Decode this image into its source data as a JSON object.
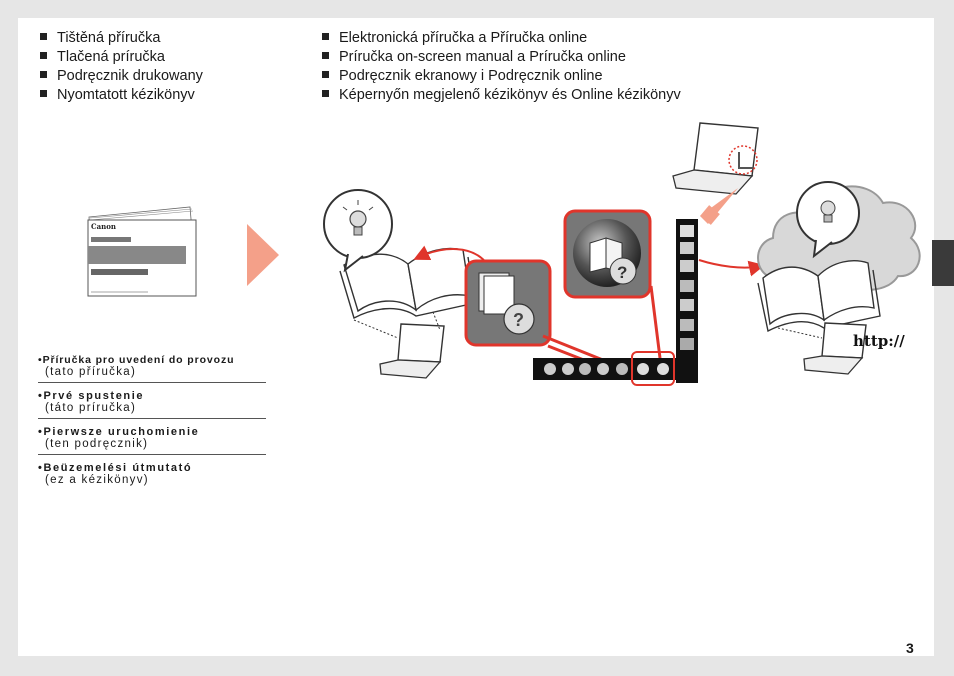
{
  "print_manuals": [
    "Tištěná příručka",
    "Tlačená príručka",
    "Podręcznik drukowany",
    "Nyomtatott kézikönyv"
  ],
  "electronic_manuals": [
    "Elektronická příručka a Příručka online",
    "Príručka on-screen manual a Príručka online",
    "Podręcznik ekranowy i Podręcznik online",
    "Képernyőn megjelenő kézikönyv és Online kézikönyv"
  ],
  "booklet_brand": "Canon",
  "guides": [
    {
      "title": "Příručka pro uvedení do provozu",
      "subtitle": "(tato příručka)"
    },
    {
      "title": "Prvé spustenie",
      "subtitle": "(táto príručka)"
    },
    {
      "title": "Pierwsze uruchomienie",
      "subtitle": "(ten podręcznik)"
    },
    {
      "title": "Beüzemelési útmutató",
      "subtitle": "(ez a kézikönyv)"
    }
  ],
  "url_label": "http://",
  "page_number": "3",
  "colors": {
    "accent_red": "#e0352b",
    "arrow_salmon": "#f4a089",
    "tab_dark": "#3a3a3a"
  },
  "icons": [
    "lightbulb-icon",
    "book-icon",
    "question-icon",
    "globe-icon",
    "laptop-icon",
    "cloud-icon",
    "cursor-icon"
  ]
}
